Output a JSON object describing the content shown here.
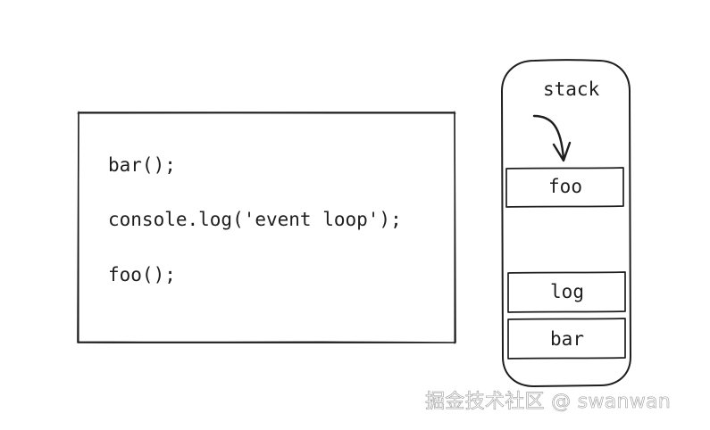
{
  "code": {
    "lines": [
      "bar();",
      "console.log('event loop');",
      "foo();"
    ]
  },
  "stack": {
    "title": "stack",
    "frames": [
      "foo",
      "log",
      "bar"
    ]
  },
  "watermark": "掘金技术社区 @ swanwan",
  "colors": {
    "stroke": "#1e1e1e",
    "background": "#ffffff",
    "watermark_outline": "#9a9a9a"
  }
}
